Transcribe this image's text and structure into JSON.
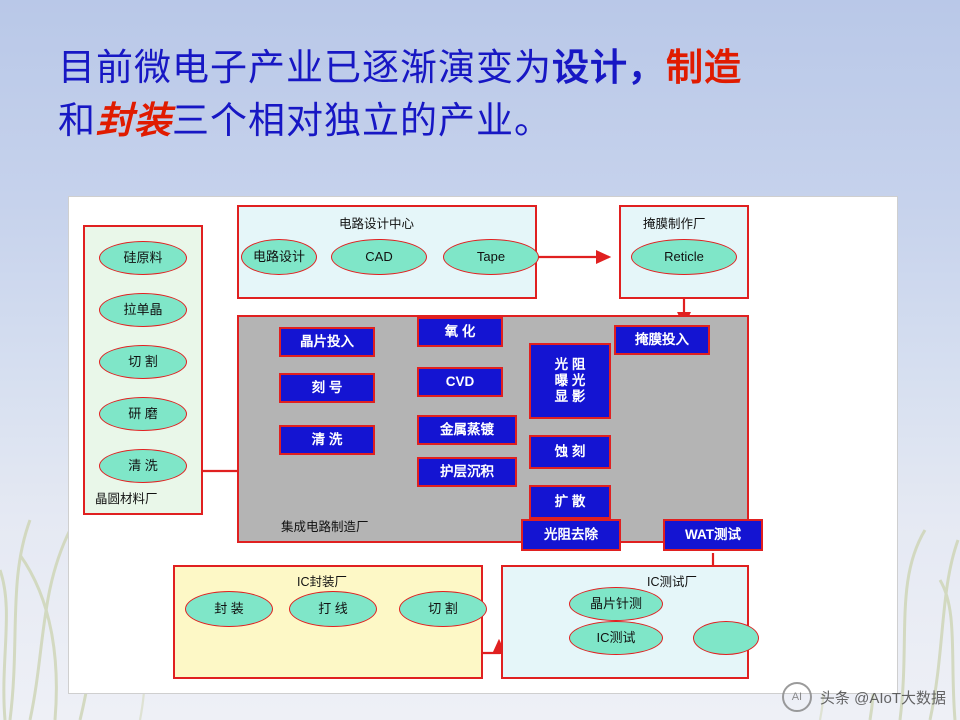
{
  "title": {
    "line1_pre": "目前微电子产业已逐渐演变为",
    "line1_bold": "设计",
    "line1_comma": "，",
    "line1_red": "制造",
    "line2_pre": "和",
    "line2_red_italic": "封装",
    "line2_post": "三个相对独立的产业。"
  },
  "diagram": {
    "groups": [
      {
        "id": "wafer",
        "label": "晶圆材料厂"
      },
      {
        "id": "design",
        "label": "电路设计中心"
      },
      {
        "id": "mask",
        "label": "掩膜制作厂"
      },
      {
        "id": "fab",
        "label": "集成电路制造厂"
      },
      {
        "id": "pack",
        "label": "IC封装厂"
      },
      {
        "id": "test",
        "label": "IC测试厂"
      }
    ],
    "nodes": {
      "wafer": [
        {
          "label": "硅原料"
        },
        {
          "label": "拉单晶"
        },
        {
          "label": "切 割"
        },
        {
          "label": "研 磨"
        },
        {
          "label": "清 洗"
        }
      ],
      "design": [
        {
          "label": "电路设计"
        },
        {
          "label": "CAD"
        },
        {
          "label": "Tape"
        }
      ],
      "mask": [
        {
          "label": "Reticle"
        }
      ],
      "fab": [
        {
          "label": "掩膜投入"
        },
        {
          "label": "晶片投入"
        },
        {
          "label": "刻 号"
        },
        {
          "label": "清 洗"
        },
        {
          "label": "氧 化"
        },
        {
          "label": "CVD"
        },
        {
          "label": "金属蒸镀"
        },
        {
          "label": "护层沉积"
        },
        {
          "label": "光 阻\n曝 光\n显 影"
        },
        {
          "label": "蚀 刻"
        },
        {
          "label": "扩 散"
        },
        {
          "label": "光阻去除"
        },
        {
          "label": "WAT测试"
        }
      ],
      "pack": [
        {
          "label": "封 装"
        },
        {
          "label": "打 线"
        },
        {
          "label": "切 割"
        }
      ],
      "test": [
        {
          "label": "晶片针测"
        },
        {
          "label": "IC测试"
        },
        {
          "label": ""
        }
      ]
    }
  },
  "watermark": {
    "text": "头条 @AIoT大数据",
    "logo_text": "AI"
  },
  "colors": {
    "title_blue": "#1717c4",
    "title_red": "#e01b00",
    "node_green": "#7fe6c8",
    "node_blue": "#1414d2",
    "outline_red": "#e02020",
    "fab_gray": "#b4b4b4",
    "pack_yellow": "#fdf8c6",
    "cyan_panel": "#e5f6f9",
    "wafer_green_panel": "#e9f7e9"
  }
}
